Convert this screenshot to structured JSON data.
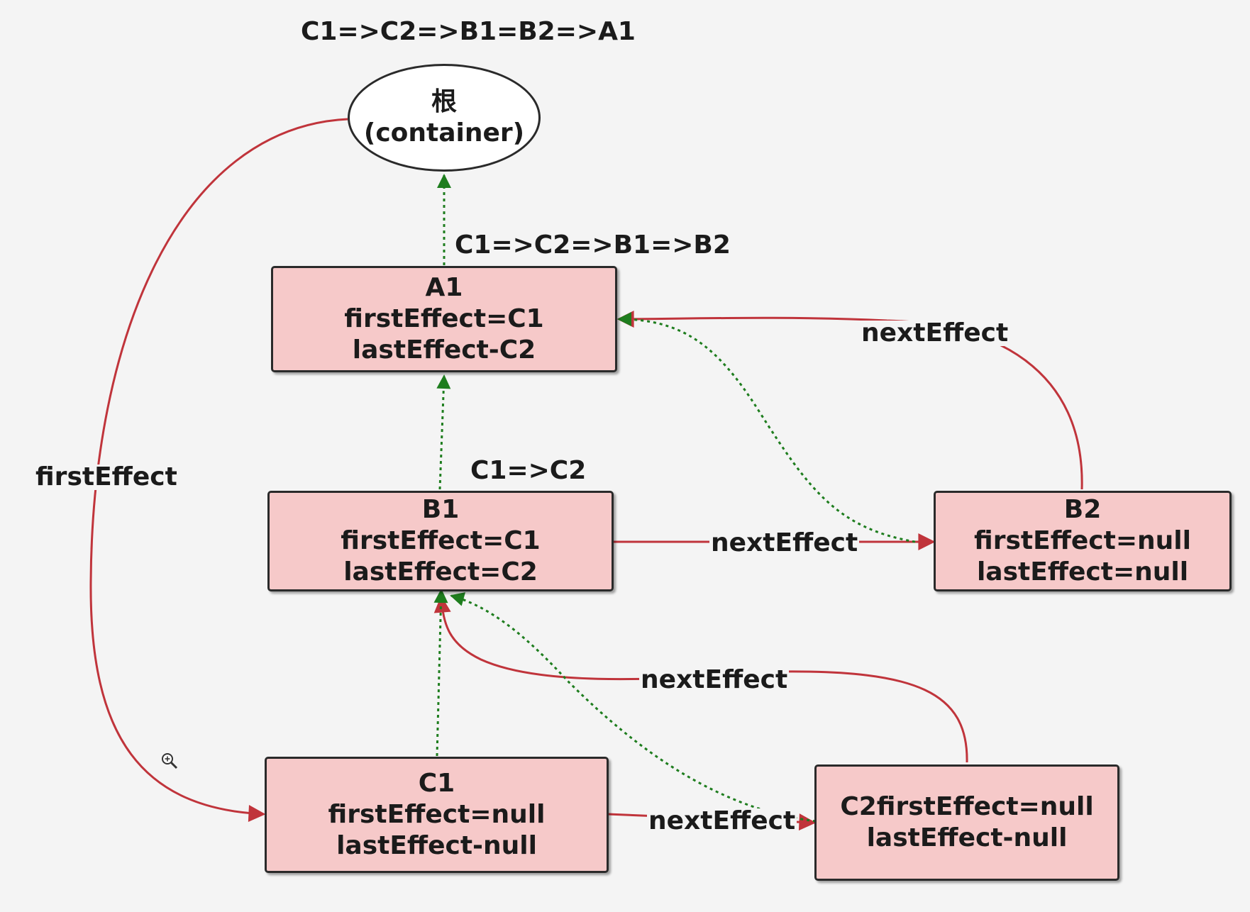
{
  "header": {
    "order_label": "C1=>C2=>B1=B2=>A1"
  },
  "root_node": {
    "title": "根",
    "subtitle": "(container)"
  },
  "nodes": {
    "a1": {
      "title": "A1",
      "first": "firstEffect=C1",
      "last": "lastEffect-C2"
    },
    "b1": {
      "title": "B1",
      "first": "firstEffect=C1",
      "last": "lastEffect=C2"
    },
    "b2": {
      "title": "B2",
      "first": "firstEffect=null",
      "last": "lastEffect=null"
    },
    "c1": {
      "title": "C1",
      "first": "firstEffect=null",
      "last": "lastEffect-null"
    },
    "c2": {
      "title": "C2firstEffect=null",
      "last": "lastEffect-null"
    }
  },
  "chain_labels": {
    "a1_chain": "C1=>C2=>B1=>B2",
    "b1_chain": "C1=>C2"
  },
  "edge_labels": {
    "first_effect": "firstEffect",
    "next_b2_a1": "nextEffect",
    "next_b1_b2": "nextEffect",
    "next_c2_b1": "nextEffect",
    "next_c1_c2": "nextEffect"
  },
  "colors": {
    "next_edge": "#c0343b",
    "return_edge": "#1e7d1e",
    "node_fill": "#f6c9c9"
  },
  "icons": {
    "cursor": "zoom-in-icon"
  }
}
